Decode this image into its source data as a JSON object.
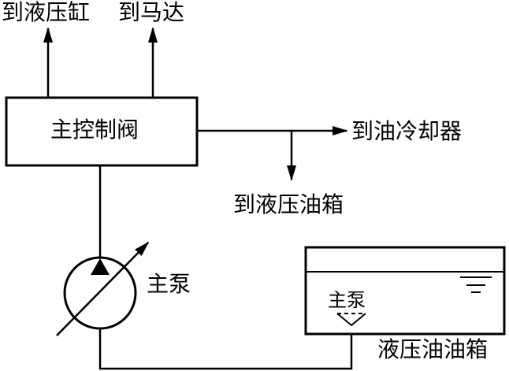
{
  "labels": {
    "to_cylinder": "到液压缸",
    "to_motor": "到马达",
    "main_valve": "主控制阀",
    "to_oil_cooler": "到油冷却器",
    "to_tank": "到液压油箱",
    "main_pump": "主泵",
    "tank_pump": "主泵",
    "tank": "液压油油箱"
  }
}
